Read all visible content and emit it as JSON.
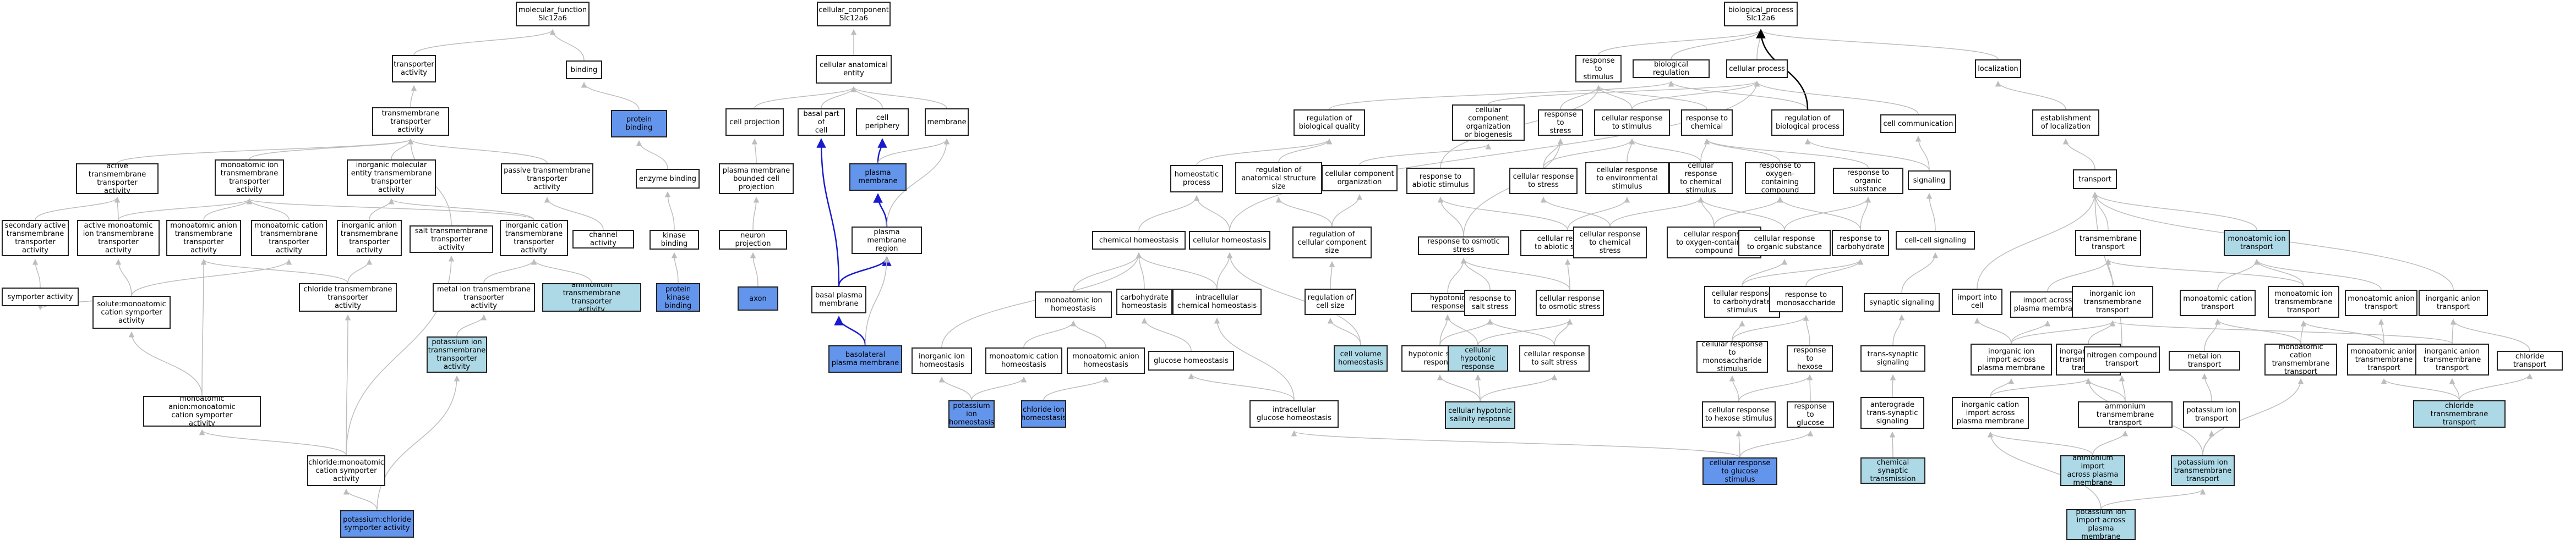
{
  "colors": {
    "blue_node": "#6495ed",
    "light_node": "#add8e6",
    "edge": "#bdbdbd",
    "blue_edge": "#1a1acd",
    "black_edge": "#000000"
  },
  "nodes": {
    "mf": {
      "label": "molecular_function\nSlc12a6",
      "fill": "white"
    },
    "cc": {
      "label": "cellular_component\nSlc12a6",
      "fill": "white"
    },
    "bp": {
      "label": "biological_process\nSlc12a6",
      "fill": "white"
    },
    "transporter_activity": {
      "label": "transporter\nactivity",
      "fill": "white"
    },
    "binding": {
      "label": "binding",
      "fill": "white"
    },
    "protein_binding": {
      "label": "protein binding",
      "fill": "blue"
    },
    "tm_transporter": {
      "label": "transmembrane\ntransporter\nactivity",
      "fill": "white"
    },
    "active_tm": {
      "label": "active transmembrane\ntransporter\nactivity",
      "fill": "white"
    },
    "monoatomic_ion_tm": {
      "label": "monoatomic ion\ntransmembrane\ntransporter\nactivity",
      "fill": "white"
    },
    "inorganic_molecular_tm": {
      "label": "inorganic molecular\nentity transmembrane\ntransporter\nactivity",
      "fill": "white"
    },
    "passive_tm": {
      "label": "passive transmembrane\ntransporter\nactivity",
      "fill": "white"
    },
    "enzyme_binding": {
      "label": "enzyme binding",
      "fill": "white"
    },
    "secondary_active": {
      "label": "secondary active\ntransmembrane\ntransporter\nactivity",
      "fill": "white"
    },
    "active_monoatomic_ion": {
      "label": "active monoatomic\nion transmembrane\ntransporter\nactivity",
      "fill": "white"
    },
    "monoatomic_anion_tm": {
      "label": "monoatomic anion\ntransmembrane\ntransporter\nactivity",
      "fill": "white"
    },
    "monoatomic_cation_tm": {
      "label": "monoatomic cation\ntransmembrane\ntransporter\nactivity",
      "fill": "white"
    },
    "inorganic_anion_tm": {
      "label": "inorganic anion\ntransmembrane\ntransporter\nactivity",
      "fill": "white"
    },
    "salt_tm": {
      "label": "salt transmembrane\ntransporter\nactivity",
      "fill": "white"
    },
    "inorganic_cation_tm": {
      "label": "inorganic cation\ntransmembrane\ntransporter\nactivity",
      "fill": "white"
    },
    "channel_activity": {
      "label": "channel activity",
      "fill": "white"
    },
    "kinase_binding": {
      "label": "kinase binding",
      "fill": "white"
    },
    "symporter": {
      "label": "symporter activity",
      "fill": "white"
    },
    "chloride_tm": {
      "label": "chloride transmembrane\ntransporter\nactivity",
      "fill": "white"
    },
    "metal_ion_tm": {
      "label": "metal ion transmembrane\ntransporter\nactivity",
      "fill": "white"
    },
    "ammonium_tm": {
      "label": "ammonium transmembrane\ntransporter\nactivity",
      "fill": "light"
    },
    "protein_kinase_binding": {
      "label": "protein kinase\nbinding",
      "fill": "blue"
    },
    "solute_monoatomic": {
      "label": "solute:monoatomic\ncation symporter\nactivity",
      "fill": "white"
    },
    "potassium_ion_tm": {
      "label": "potassium ion\ntransmembrane\ntransporter\nactivity",
      "fill": "light"
    },
    "monoatomic_anion_cation": {
      "label": "monoatomic anion:monoatomic\ncation symporter\nactivity",
      "fill": "white"
    },
    "chloride_monoatomic": {
      "label": "chloride:monoatomic\ncation symporter\nactivity",
      "fill": "white"
    },
    "potassium_chloride": {
      "label": "potassium:chloride\nsymporter activity",
      "fill": "blue"
    },
    "cellular_anatomical_entity": {
      "label": "cellular anatomical\nentity",
      "fill": "white"
    },
    "cell_projection": {
      "label": "cell projection",
      "fill": "white"
    },
    "basal_part_of_cell": {
      "label": "basal part of\ncell",
      "fill": "white"
    },
    "cell_periphery": {
      "label": "cell periphery",
      "fill": "white"
    },
    "membrane": {
      "label": "membrane",
      "fill": "white"
    },
    "pm_bounded": {
      "label": "plasma membrane\nbounded cell\nprojection",
      "fill": "white"
    },
    "plasma_membrane": {
      "label": "plasma membrane",
      "fill": "blue"
    },
    "neuron_projection": {
      "label": "neuron projection",
      "fill": "white"
    },
    "pm_region": {
      "label": "plasma membrane\nregion",
      "fill": "white"
    },
    "axon": {
      "label": "axon",
      "fill": "blue"
    },
    "basal_pm": {
      "label": "basal plasma\nmembrane",
      "fill": "white"
    },
    "basolateral_pm": {
      "label": "basolateral\nplasma membrane",
      "fill": "blue"
    },
    "response_to_stimulus": {
      "label": "response to\nstimulus",
      "fill": "white"
    },
    "biological_regulation": {
      "label": "biological regulation",
      "fill": "white"
    },
    "cellular_process": {
      "label": "cellular process",
      "fill": "white"
    },
    "localization": {
      "label": "localization",
      "fill": "white"
    },
    "regulation_of_biological_quality": {
      "label": "regulation of\nbiological quality",
      "fill": "white"
    },
    "cellular_component_org": {
      "label": "cellular component\norganization\nor biogenesis",
      "fill": "white"
    },
    "response_to_stress": {
      "label": "response to\nstress",
      "fill": "white"
    },
    "cellular_response_to_stimulus": {
      "label": "cellular response\nto stimulus",
      "fill": "white"
    },
    "response_to_chemical": {
      "label": "response to\nchemical",
      "fill": "white"
    },
    "regulation_of_biological_process": {
      "label": "regulation of\nbiological process",
      "fill": "white"
    },
    "cell_communication": {
      "label": "cell communication",
      "fill": "white"
    },
    "establishment_of_localization": {
      "label": "establishment\nof localization",
      "fill": "white"
    },
    "homeostatic_process": {
      "label": "homeostatic\nprocess",
      "fill": "white"
    },
    "regulation_of_anatomical": {
      "label": "regulation of\nanatomical structure\nsize",
      "fill": "white"
    },
    "cellular_component_organization": {
      "label": "cellular component\norganization",
      "fill": "white"
    },
    "response_to_abiotic": {
      "label": "response to\nabiotic stimulus",
      "fill": "white"
    },
    "cellular_response_to_stress": {
      "label": "cellular response\nto stress",
      "fill": "white"
    },
    "cellular_response_env": {
      "label": "cellular response\nto environmental\nstimulus",
      "fill": "white"
    },
    "cellular_response_chemical": {
      "label": "cellular response\nto chemical\nstimulus",
      "fill": "white"
    },
    "response_to_oxygen": {
      "label": "response to\noxygen-containing\ncompound",
      "fill": "white"
    },
    "response_to_organic": {
      "label": "response to\norganic substance",
      "fill": "white"
    },
    "signaling": {
      "label": "signaling",
      "fill": "white"
    },
    "transport": {
      "label": "transport",
      "fill": "white"
    },
    "chemical_homeostasis": {
      "label": "chemical homeostasis",
      "fill": "white"
    },
    "cellular_homeostasis": {
      "label": "cellular homeostasis",
      "fill": "white"
    },
    "regulation_of_cellular_component_size": {
      "label": "regulation of\ncellular component\nsize",
      "fill": "white"
    },
    "response_to_osmotic": {
      "label": "response to osmotic stress",
      "fill": "white"
    },
    "cellular_response_abiotic": {
      "label": "cellular response\nto abiotic stimulus",
      "fill": "white"
    },
    "cellular_response_chemical_stress": {
      "label": "cellular response\nto chemical\nstress",
      "fill": "white"
    },
    "cellular_response_oxygen": {
      "label": "cellular response\nto oxygen-containing\ncompound",
      "fill": "white"
    },
    "cellular_response_organic": {
      "label": "cellular response\nto organic substance",
      "fill": "white"
    },
    "response_to_carbohydrate": {
      "label": "response to\ncarbohydrate",
      "fill": "white"
    },
    "cell_cell_signaling": {
      "label": "cell-cell signaling",
      "fill": "white"
    },
    "transmembrane_transport": {
      "label": "transmembrane\ntransport",
      "fill": "white"
    },
    "monoatomic_ion_transport": {
      "label": "monoatomic ion\ntransport",
      "fill": "light"
    },
    "monoatomic_ion_homeostasis": {
      "label": "monoatomic ion\nhomeostasis",
      "fill": "white"
    },
    "carbohydrate_homeostasis": {
      "label": "carbohydrate\nhomeostasis",
      "fill": "white"
    },
    "intracellular_chemical_homeostasis": {
      "label": "intracellular\nchemical homeostasis",
      "fill": "white"
    },
    "regulation_of_cell_size": {
      "label": "regulation of\ncell size",
      "fill": "white"
    },
    "hypotonic_response": {
      "label": "hypotonic response",
      "fill": "white"
    },
    "response_to_salt_stress": {
      "label": "response to\nsalt stress",
      "fill": "white"
    },
    "cellular_response_osmotic": {
      "label": "cellular response\nto osmotic stress",
      "fill": "white"
    },
    "cellular_response_carbohydrate": {
      "label": "cellular response\nto carbohydrate\nstimulus",
      "fill": "white"
    },
    "response_to_monosaccharide": {
      "label": "response to\nmonosaccharide",
      "fill": "white"
    },
    "synaptic_signaling": {
      "label": "synaptic signaling",
      "fill": "white"
    },
    "import_into_cell": {
      "label": "import into\ncell",
      "fill": "white"
    },
    "import_across_pm": {
      "label": "import across\nplasma membrane",
      "fill": "white"
    },
    "inorganic_ion_transmembrane_transport": {
      "label": "inorganic ion\ntransmembrane\ntransport",
      "fill": "white"
    },
    "monoatomic_cation_transport": {
      "label": "monoatomic cation\ntransport",
      "fill": "white"
    },
    "monoatomic_ion_transmembrane_transport": {
      "label": "monoatomic ion\ntransmembrane\ntransport",
      "fill": "white"
    },
    "monoatomic_anion_transport": {
      "label": "monoatomic anion\ntransport",
      "fill": "white"
    },
    "inorganic_anion_transport": {
      "label": "inorganic anion\ntransport",
      "fill": "white"
    },
    "inorganic_ion_homeostasis": {
      "label": "inorganic ion\nhomeostasis",
      "fill": "white"
    },
    "monoatomic_cation_homeostasis": {
      "label": "monoatomic cation\nhomeostasis",
      "fill": "white"
    },
    "monoatomic_anion_homeostasis": {
      "label": "monoatomic anion\nhomeostasis",
      "fill": "white"
    },
    "glucose_homeostasis": {
      "label": "glucose homeostasis",
      "fill": "white"
    },
    "cell_volume_homeostasis": {
      "label": "cell volume\nhomeostasis",
      "fill": "light"
    },
    "hypotonic_salinity_response": {
      "label": "hypotonic salinity\nresponse",
      "fill": "white"
    },
    "cellular_hypotonic_response": {
      "label": "cellular hypotonic\nresponse",
      "fill": "light"
    },
    "cellular_response_salt_stress": {
      "label": "cellular response\nto salt stress",
      "fill": "white"
    },
    "cellular_response_monosaccharide": {
      "label": "cellular response\nto monosaccharide\nstimulus",
      "fill": "white"
    },
    "response_to_hexose": {
      "label": "response to\nhexose",
      "fill": "white"
    },
    "trans_synaptic": {
      "label": "trans-synaptic\nsignaling",
      "fill": "white"
    },
    "inorganic_ion_import": {
      "label": "inorganic ion\nimport across\nplasma membrane",
      "fill": "white"
    },
    "inorganic_cation_tm_transport": {
      "label": "inorganic cation\ntransmembrane\ntransport",
      "fill": "white"
    },
    "nitrogen_compound_transport": {
      "label": "nitrogen compound\ntransport",
      "fill": "white"
    },
    "metal_ion_transport": {
      "label": "metal ion transport",
      "fill": "white"
    },
    "monoatomic_cation_tm_transport": {
      "label": "monoatomic cation\ntransmembrane\ntransport",
      "fill": "white"
    },
    "monoatomic_anion_tm_transport": {
      "label": "monoatomic anion\ntransmembrane\ntransport",
      "fill": "white"
    },
    "inorganic_anion_tm_transport": {
      "label": "inorganic anion\ntransmembrane\ntransport",
      "fill": "white"
    },
    "chloride_transport": {
      "label": "chloride transport",
      "fill": "white"
    },
    "potassium_ion_homeostasis": {
      "label": "potassium ion\nhomeostasis",
      "fill": "blue"
    },
    "chloride_ion_homeostasis": {
      "label": "chloride ion\nhomeostasis",
      "fill": "blue"
    },
    "intracellular_glucose_homeostasis": {
      "label": "intracellular\nglucose homeostasis",
      "fill": "white"
    },
    "cellular_hypotonic_salinity": {
      "label": "cellular hypotonic\nsalinity response",
      "fill": "light"
    },
    "cellular_response_hexose": {
      "label": "cellular response\nto hexose stimulus",
      "fill": "white"
    },
    "response_to_glucose": {
      "label": "response to\nglucose",
      "fill": "white"
    },
    "anterograde": {
      "label": "anterograde\ntrans-synaptic\nsignaling",
      "fill": "white"
    },
    "inorganic_cation_import": {
      "label": "inorganic cation\nimport across\nplasma membrane",
      "fill": "white"
    },
    "ammonium_transmembrane_transport": {
      "label": "ammonium transmembrane\ntransport",
      "fill": "white"
    },
    "potassium_ion_transport": {
      "label": "potassium ion\ntransport",
      "fill": "white"
    },
    "chloride_transmembrane_transport": {
      "label": "chloride transmembrane\ntransport",
      "fill": "light"
    },
    "cellular_response_glucose": {
      "label": "cellular response\nto glucose stimulus",
      "fill": "blue"
    },
    "chemical_synaptic": {
      "label": "chemical synaptic\ntransmission",
      "fill": "light"
    },
    "ammonium_import": {
      "label": "ammonium import\nacross plasma\nmembrane",
      "fill": "light"
    },
    "potassium_ion_tm_transport": {
      "label": "potassium ion\ntransmembrane\ntransport",
      "fill": "light"
    },
    "potassium_ion_import": {
      "label": "potassium ion\nimport across\nplasma membrane",
      "fill": "light"
    }
  }
}
